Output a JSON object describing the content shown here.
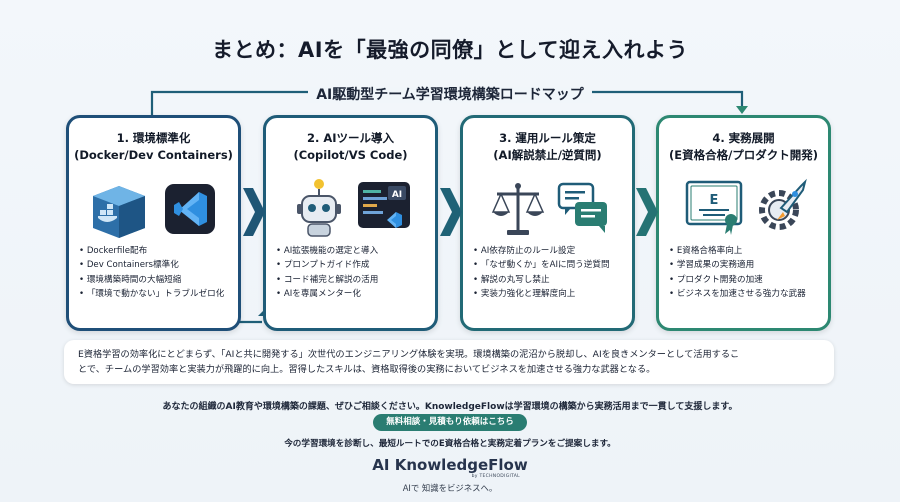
{
  "title": "まとめ：AIを「最強の同僚」として迎え入れよう",
  "roadmap_title": "AI駆動型チーム学習環境構築ロードマップ",
  "cards": [
    {
      "title": "1. 環境標準化",
      "subtitle": "(Docker/Dev Containers)",
      "icons": [
        "docker-icon",
        "vscode-icon"
      ],
      "bullets": [
        "Dockerfile配布",
        "Dev Containers標準化",
        "環境構築時間の大幅短縮",
        "「環境で動かない」トラブルゼロ化"
      ]
    },
    {
      "title": "2. AIツール導入",
      "subtitle": "(Copilot/VS Code)",
      "icons": [
        "robot-icon",
        "ai-code-editor-icon"
      ],
      "bullets": [
        "AI拡張機能の選定と導入",
        "プロンプトガイド作成",
        "コード補完と解説の活用",
        "AIを専属メンター化"
      ]
    },
    {
      "title": "3. 運用ルール策定",
      "subtitle": "(AI解説禁止/逆質問)",
      "icons": [
        "scales-icon",
        "chat-bubbles-icon"
      ],
      "bullets": [
        "AI依存防止のルール設定",
        "「なぜ動くか」をAIに問う逆質問",
        "解説の丸写し禁止",
        "実装力強化と理解度向上"
      ]
    },
    {
      "title": "4. 実務展開",
      "subtitle": "(E資格合格/プロダクト開発)",
      "icons": [
        "certificate-icon",
        "rocket-gear-icon"
      ],
      "bullets": [
        "E資格合格率向上",
        "学習成果の実務適用",
        "プロダクト開発の加速",
        "ビジネスを加速させる強力な武器"
      ]
    }
  ],
  "summary_line1": "E資格学習の効率化にとどまらず、「AIと共に開発する」次世代のエンジニアリング体験を実現。環境構築の泥沼から脱却し、AIを良きメンターとして活用するこ",
  "summary_line2": "とで、チームの学習効率と実装力が飛躍的に向上。習得したスキルは、資格取得後の実務においてビジネスを加速させる強力な武器となる。",
  "consult_text": "あなたの組織のAI教育や環境構築の課題、ぜひご相談ください。KnowledgeFlowは学習環境の構築から実務活用まで一貫して支援します。",
  "cta_label": "無料相談・見積もり依頼はこちら",
  "diagnose_text": "今の学習環境を診断し、最短ルートでのE資格合格と実務定着プランをご提案します。",
  "brand_name": "AI KnowledgeFlow",
  "brand_sub": "by TECHNODIGITAL",
  "tagline": "AIで 知識をビジネスへ。",
  "certificate_letter": "E",
  "ai_badge": "AI",
  "colors": {
    "card_border_1": "#1f4f78",
    "card_border_2": "#1f5c78",
    "card_border_3": "#226a76",
    "card_border_4": "#2d8872",
    "chevron": "#1f5f78",
    "cta": "#2a7d72"
  }
}
